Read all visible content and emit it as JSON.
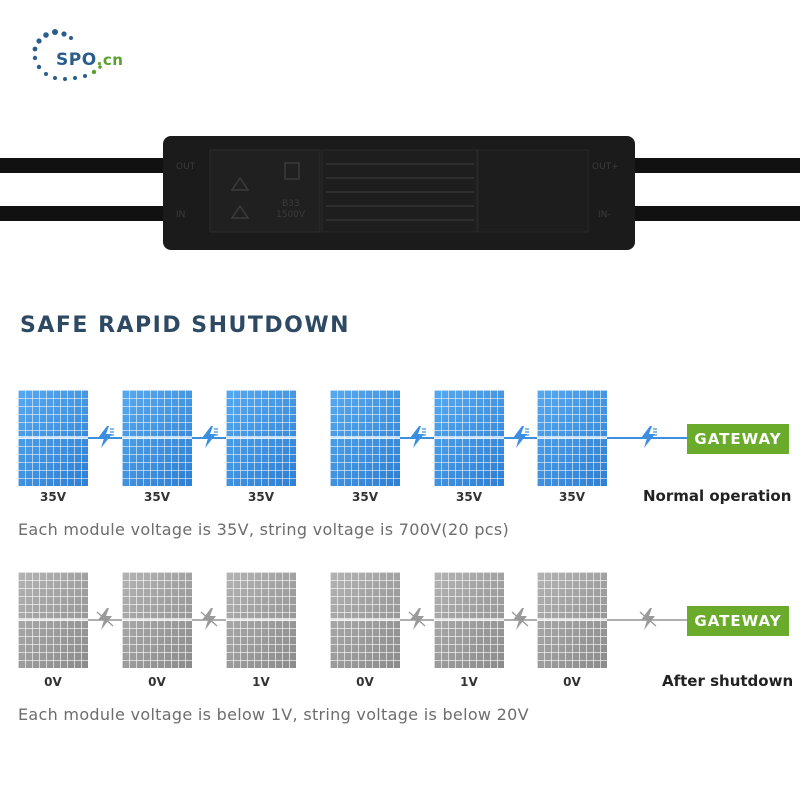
{
  "logo": {
    "name": "SPO",
    "suffix": ".cn"
  },
  "device": {
    "left_top_label": "OUT",
    "left_bottom_label": "IN",
    "right_top_label": "OUT+",
    "right_bottom_label": "IN-",
    "rating_line1": "B33",
    "rating_line2": "1500V"
  },
  "title": "SAFE RAPID SHUTDOWN",
  "normal": {
    "voltages": [
      "35V",
      "35V",
      "35V",
      "35V",
      "35V",
      "35V"
    ],
    "gateway": "GATEWAY",
    "status": "Normal operation",
    "caption": "Each module voltage is 35V, string voltage is 700V(20 pcs)",
    "panel_color": "#3a8fe0"
  },
  "shutdown": {
    "voltages": [
      "0V",
      "0V",
      "1V",
      "0V",
      "1V",
      "0V"
    ],
    "gateway": "GATEWAY",
    "status": "After shutdown",
    "caption": "Each module voltage is below 1V, string voltage is below 20V",
    "panel_color": "#9a9a9a"
  },
  "colors": {
    "gateway": "#6aab2b",
    "title": "#2e4a63",
    "active_line": "#3a8fe0",
    "inactive_line": "#b0b0b0"
  },
  "icons": {
    "connector": "lightning-bolt-icon",
    "disconnected": "broken-bolt-icon"
  }
}
